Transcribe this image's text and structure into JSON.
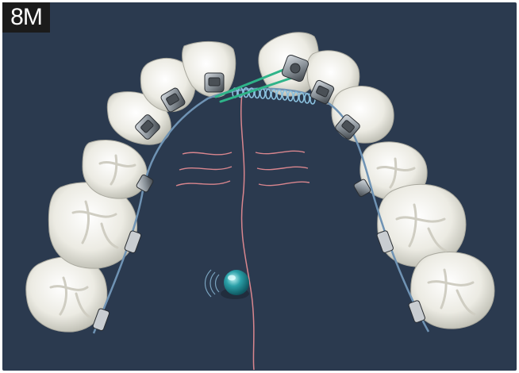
{
  "figure": {
    "label": "8M"
  },
  "colors": {
    "background": "#2b3a4f",
    "label_background": "#1b1b1b",
    "tooth": "#eceae0",
    "archwire": "#6f93b4",
    "spring": "#7fb0cf",
    "elastic": "#2fb489",
    "midline": "#d9868e",
    "rugae": "#d9868e",
    "implant": "#2aa0a8"
  },
  "icons": [
    "tooth",
    "bracket",
    "coil-spring",
    "elastic-chain",
    "mini-implant"
  ]
}
